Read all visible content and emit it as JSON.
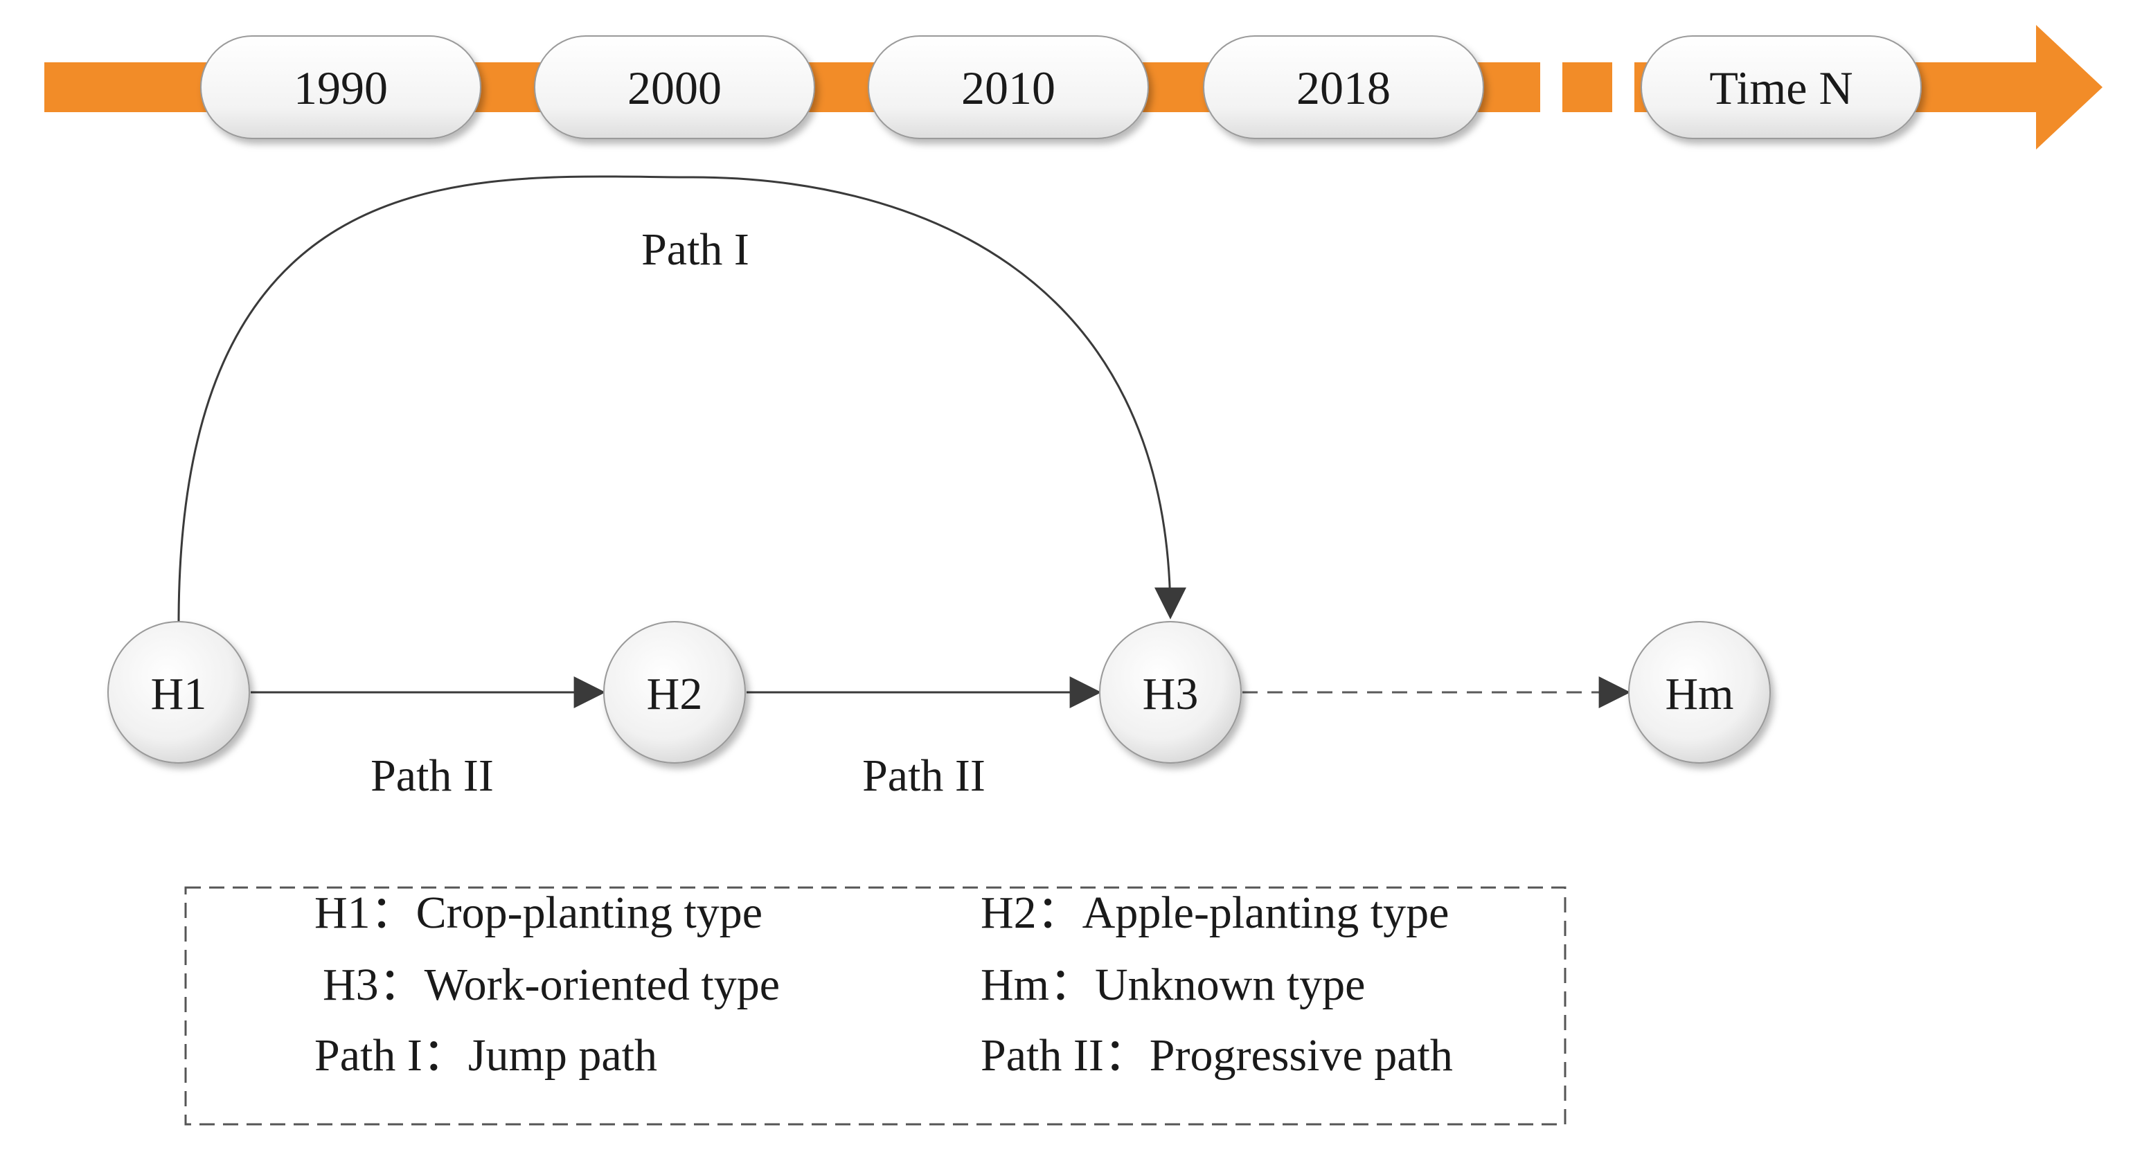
{
  "timeline": {
    "years": [
      "1990",
      "2000",
      "2010",
      "2018"
    ],
    "end_label": "Time N",
    "color": "#F28C28"
  },
  "nodes": {
    "h1": "H1",
    "h2": "H2",
    "h3": "H3",
    "hm": "Hm"
  },
  "edges": {
    "jump": "Path I",
    "progressive_1": "Path II",
    "progressive_2": "Path II"
  },
  "legend": {
    "h1": "H1：Crop-planting type",
    "h2": "H2：Apple-planting type",
    "h3": "H3：Work-oriented type",
    "hm": "Hm：Unknown type",
    "path1": "Path I：Jump path",
    "path2": "Path II：Progressive path"
  }
}
